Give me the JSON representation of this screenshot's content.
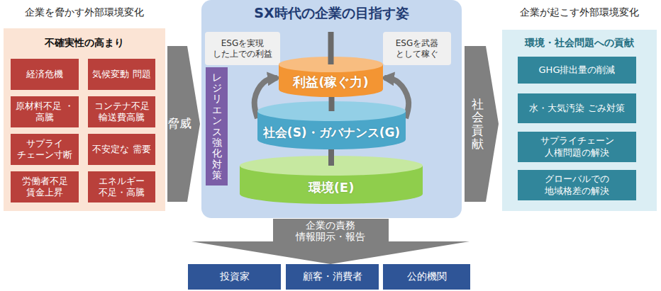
{
  "diagram": {
    "nodes": [
      {
        "text": [
          "企業を脅かす外部環境変化",
          "不確実性の高まり"
        ]
      },
      {
        "text": [
          "経済危機"
        ],
        "in": 0
      },
      {
        "text": [
          "気候変動 問題"
        ],
        "in": 0
      },
      {
        "text": [
          "原材料不足 ・高騰"
        ],
        "in": 0
      },
      {
        "text": [
          "コンテナ不足 輸送費高騰"
        ],
        "in": 0
      },
      {
        "text": [
          "サプライ チェーン寸断"
        ],
        "in": 0
      },
      {
        "text": [
          "不安定な 需要"
        ],
        "in": 0
      },
      {
        "text": [
          "労働者不足 賃金上昇"
        ],
        "in": 0
      },
      {
        "text": [
          "エネルギー 不足・高騰"
        ],
        "in": 0
      },
      {
        "text": [
          "脅威"
        ]
      },
      {
        "text": [
          "SX時代の企業の目指す姿"
        ]
      },
      {
        "text": [
          "ESGを実現 した上での利益"
        ],
        "in": 10
      },
      {
        "text": [
          "ESGを武器 として稼ぐ"
        ],
        "in": 10
      },
      {
        "text": [
          "レジリエンス強化対策"
        ],
        "in": 10
      },
      {
        "text": [
          "利益(稼ぐ力)"
        ],
        "in": 10
      },
      {
        "text": [
          "社会(S)・ガバナンス(G)"
        ],
        "in": 10
      },
      {
        "text": [
          "環境(E)"
        ],
        "in": 10
      },
      {
        "text": [
          "社会貢献"
        ]
      },
      {
        "text": [
          "企業が起こす外部環境変化",
          "環境・社会問題への貢献"
        ]
      },
      {
        "text": [
          "GHG排出量の削減"
        ],
        "in": 18
      },
      {
        "text": [
          "水・大気汚染 ごみ対策"
        ],
        "in": 18
      },
      {
        "text": [
          "サプライチェーン 人権問題の解決"
        ],
        "in": 18
      },
      {
        "text": [
          "グローバルでの 地域格差の解決"
        ],
        "in": 18
      },
      {
        "text": [
          "企業の責務",
          "情報開示・報告"
        ]
      },
      {
        "text": [
          "投資家"
        ]
      },
      {
        "text": [
          "顧客・消費者"
        ]
      },
      {
        "text": [
          "公的機関"
        ]
      }
    ],
    "edges": [
      {
        "from": 15,
        "to": 14,
        "arrow": "to"
      },
      {
        "from": 15,
        "to": 14,
        "arrow": "to"
      }
    ]
  }
}
